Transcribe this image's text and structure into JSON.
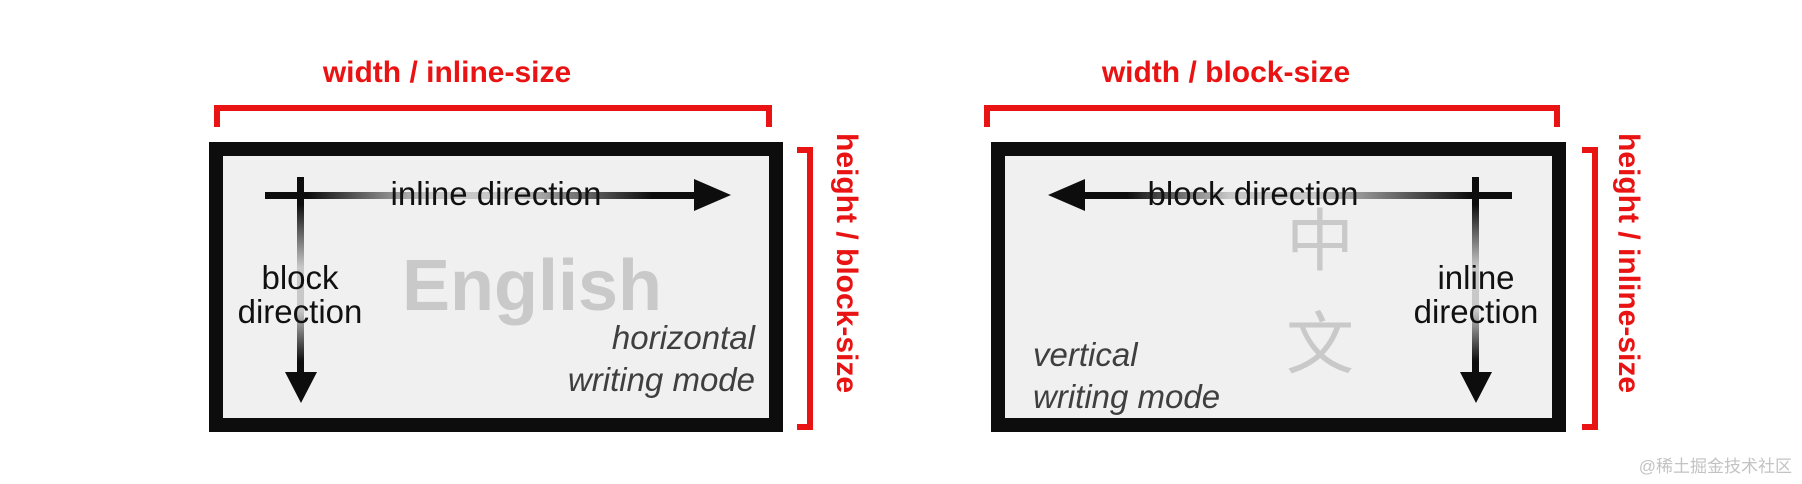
{
  "colors": {
    "accent": "#ea1313",
    "ink": "#0d0d0d",
    "box-bg": "#f0f0f0",
    "ghost": "#c9c9c9",
    "mode-text": "#3f3f3f",
    "watermark": "#c3c3c3"
  },
  "left_diagram": {
    "top_label": "width / inline-size",
    "side_label": "height / block-size",
    "horizontal_arrow_label": "inline direction",
    "vertical_arrow_label_lines": [
      "block",
      "direction"
    ],
    "ghost_text": "English",
    "mode_label_lines": [
      "horizontal",
      "writing mode"
    ]
  },
  "right_diagram": {
    "top_label": "width / block-size",
    "side_label": "height / inline-size",
    "horizontal_arrow_label": "block direction",
    "vertical_arrow_label_lines": [
      "inline",
      "direction"
    ],
    "ghost_chars": [
      "中",
      "文"
    ],
    "mode_label_lines": [
      "vertical",
      "writing mode"
    ]
  },
  "watermark": "@稀土掘金技术社区"
}
